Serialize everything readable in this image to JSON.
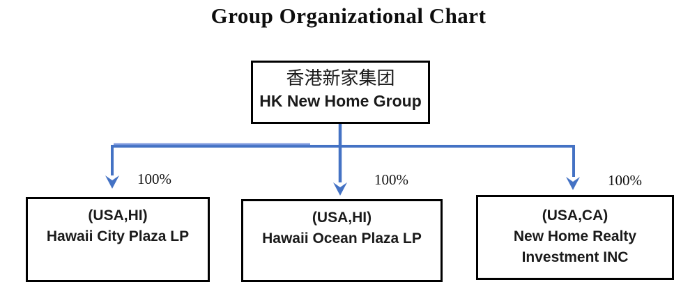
{
  "title": "Group Organizational Chart",
  "root": {
    "name_cn": "香港新家集团",
    "name_en": "HK New Home Group"
  },
  "ownership": [
    "100%",
    "100%",
    "100%"
  ],
  "children": [
    {
      "lines": [
        "(USA,HI)",
        "Hawaii City Plaza LP"
      ]
    },
    {
      "lines": [
        "(USA,HI)",
        "Hawaii Ocean Plaza LP"
      ]
    },
    {
      "lines": [
        "(USA,CA)",
        "New Home Realty",
        "Investment INC"
      ]
    }
  ],
  "colors": {
    "connector_blue": "#4472C4",
    "connector_blue_light": "#7b97dd",
    "box_border": "#000000",
    "text": "#000000",
    "background": "#FFFFFF"
  }
}
